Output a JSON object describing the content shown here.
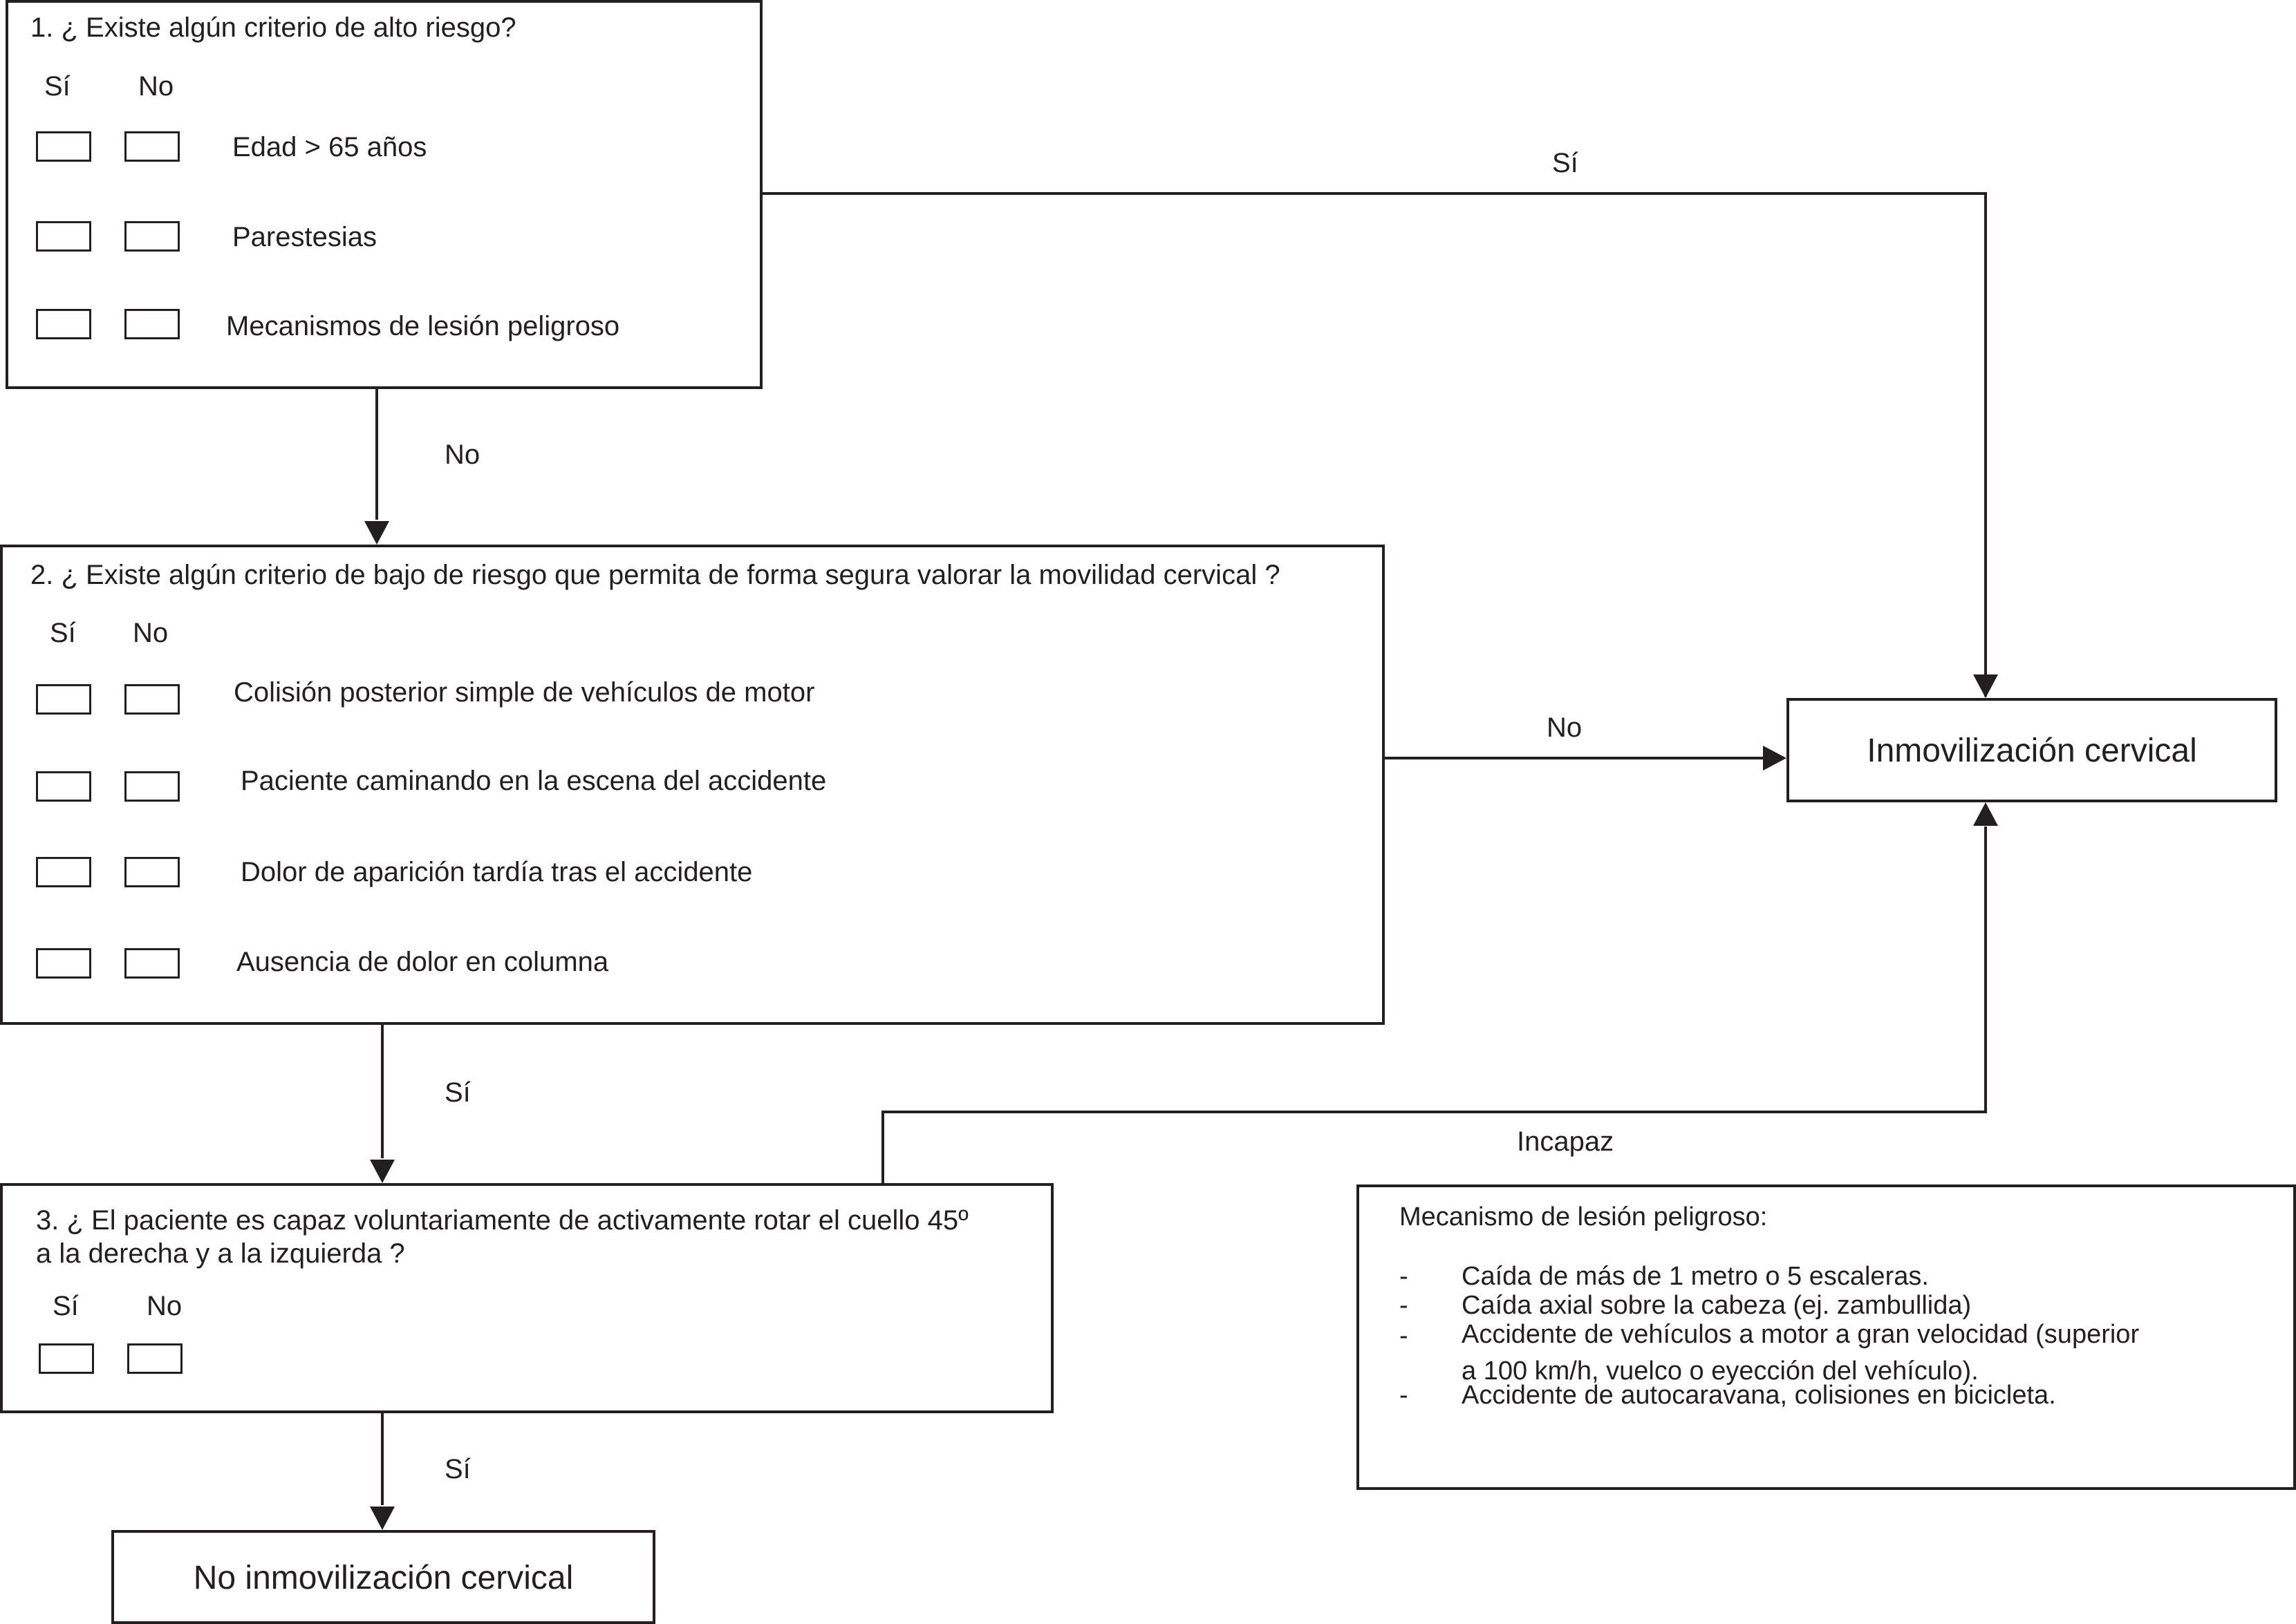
{
  "diagram": {
    "q1": {
      "title": "1. ¿ Existe algún criterio de alto riesgo?",
      "yes": "Sí",
      "no": "No",
      "items": [
        "Edad > 65 años",
        "Parestesias",
        "Mecanismos de lesión peligroso"
      ]
    },
    "q2": {
      "title": "2. ¿ Existe algún criterio de bajo de riesgo que permita de forma segura valorar la movilidad cervical ?",
      "yes": "Sí",
      "no": "No",
      "items": [
        "Colisión posterior simple de vehículos de motor",
        "Paciente caminando en la escena del accidente",
        "Dolor de aparición tardía tras el accidente",
        "Ausencia de dolor en columna"
      ]
    },
    "q3": {
      "title_line1": "3. ¿ El paciente es capaz voluntariamente de activamente rotar el cuello 45º",
      "title_line2": "a la derecha y a la izquierda ?",
      "yes": "Sí",
      "no": "No"
    },
    "outcomes": {
      "immobilize": "Inmovilización cervical",
      "no_immobilize": "No inmovilización cervical"
    },
    "edge_labels": {
      "q1_yes": "Sí",
      "q1_no": "No",
      "q2_no": "No",
      "q2_yes": "Sí",
      "q3_unable": "Incapaz",
      "q3_yes": "Sí"
    },
    "note": {
      "title": "Mecanismo de lesión peligroso:",
      "bullet": "-",
      "items": [
        "Caída de más de 1 metro o 5 escaleras.",
        "Caída axial sobre la cabeza (ej. zambullida)",
        "Accidente de vehículos a motor a gran velocidad (superior",
        "a 100 km/h, vuelco o eyección del vehículo).",
        "Accidente de autocaravana, colisiones en bicicleta."
      ]
    }
  }
}
